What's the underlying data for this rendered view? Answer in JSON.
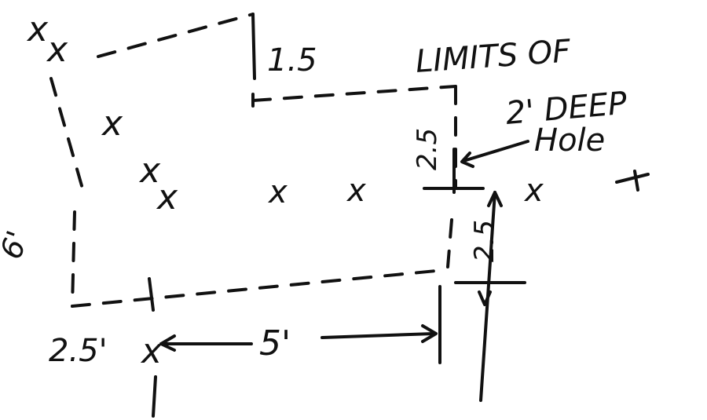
{
  "sketch": {
    "ink_color": "#111111",
    "background": "#ffffff",
    "labels": {
      "limits_line1": "LIMITS OF",
      "limits_line2": "2' DEEP",
      "hole": "Hole",
      "dim_top": "1.5",
      "dim_hole_upper": "2.5",
      "dim_hole_lower": "2.5",
      "dim_left": "6'",
      "dim_bottom_left": "2.5'",
      "dim_bottom": "5'"
    },
    "marks": {
      "x_glyph": "x",
      "count": 9
    }
  }
}
